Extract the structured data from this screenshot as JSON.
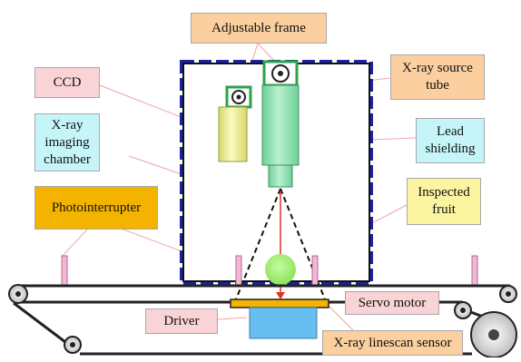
{
  "labels": {
    "adjustable_frame": "Adjustable frame",
    "ccd": "CCD",
    "xray_source_tube": "X-ray source\ntube",
    "xray_imaging_chamber": "X-ray\nimaging\nchamber",
    "lead_shielding": "Lead\nshielding",
    "photointerrupter": "Photointerrupter",
    "inspected_fruit": "Inspected\nfruit",
    "driver": "Driver",
    "servo_motor": "Servo motor",
    "xray_linescan_sensor": "X-ray linescan sensor"
  },
  "colors": {
    "pink_label": "#f9d3d5",
    "orange_label": "#fbcf9f",
    "cyan_label": "#c5f5f8",
    "photointerrupter_label": "#f4b300",
    "fruit_label": "#fbf5a1",
    "chamber_border_blue": "#1a22a6",
    "leader_line": "#f0a6a6",
    "beam_red": "#e0302a",
    "fruit_green": "#9cec6a",
    "source_tube": "#8fe0b0",
    "ccd_body": "#eaea90",
    "driver_box": "#66bfee",
    "sensor_bar": "#f4b300",
    "post_pink": "#f3b8d6"
  }
}
